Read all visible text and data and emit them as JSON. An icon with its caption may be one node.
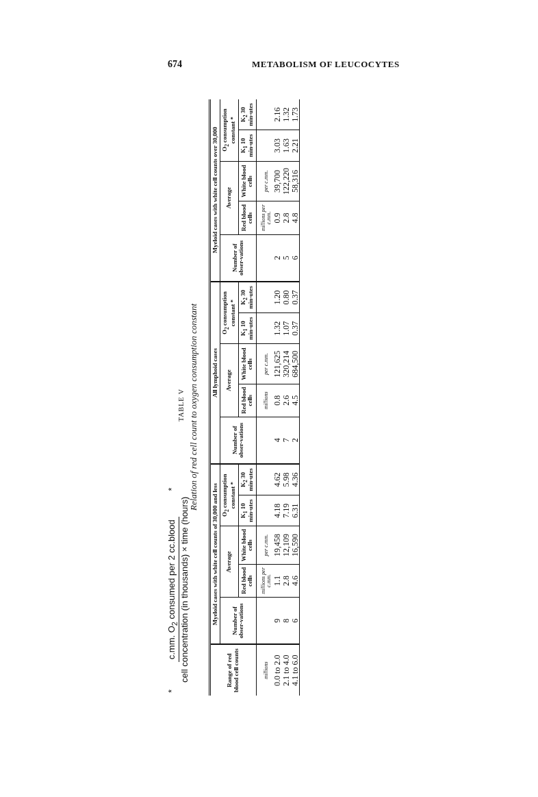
{
  "diagram": {
    "title": "Relation of red cell count to oxygen consumption constant",
    "labels": [
      "674",
      "METABOLISM OF LEUCOCYTES",
      "TABLE V",
      "Range of red blood cell counts",
      "Myeloid cases with white cell counts of 30,000 and less",
      "All lymphoid cases",
      "Myeloid cases with white cell counts over 30,000",
      "Number of obser-vations",
      "Average",
      "O$_{2}$ consumption constant *",
      "Number of obser-vations",
      "Average",
      "O$_{2}$ consumption constant *",
      "Number of obser-vations",
      "Average",
      "O$_{2}$ consumption constant *",
      "Red blood cells",
      "White blood cells",
      "K$_{1}$ 10 min-utes",
      "K$_{2}$ 30 min-utes",
      "Red blood cells",
      "White blood cells",
      "K$_{1}$ 10 min-utes",
      "K$_{2}$ 30 min-utes",
      "Red blood cells",
      "White blood cells",
      "K$_{1}$ 10 min-utes",
      "K$_{2}$ 30 min-utes",
      "millions",
      "millions per c.mm.",
      "per c.mm.",
      "millions",
      "per c.mm.",
      "millions per c.mm.",
      "per c.mm.",
      "0.0 to 2.0",
      "9",
      "1.1",
      "19,458",
      "4.18",
      "4.62",
      "4",
      "0.8",
      "121,625",
      "1.32",
      "1.20",
      "2",
      "0.9",
      "39,700",
      "3.03",
      "2.16",
      "2.1 to 4.0",
      "8",
      "2.8",
      "12,109",
      "7.19",
      "5.98",
      "7",
      "2.6",
      "320,214",
      "1.07",
      "0.80",
      "5",
      "2.8",
      "122,220",
      "1.63",
      "1.32",
      "4.1 to 6.0",
      "6",
      "4.6",
      "16,590",
      "6.31",
      "4.36",
      "2",
      "4.5",
      "684,500",
      "0.37",
      "0.37",
      "6",
      "4.8",
      "58,316",
      "2.21",
      "1.73",
      "*",
      "c.mm. O$_{2}$ consumed per 2 cc.blood",
      "cell concentration (in thousands) × time (hours)",
      "*"
    ]
  }
}
